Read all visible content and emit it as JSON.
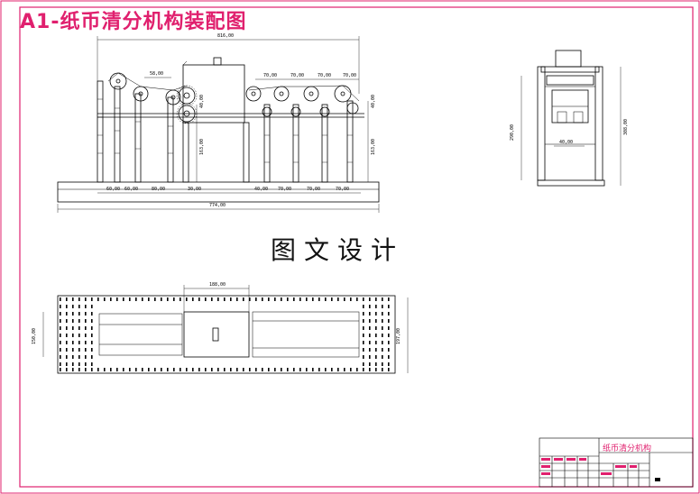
{
  "title": "A1-纸币清分机构装配图",
  "watermark": "图文设计",
  "title_block": {
    "drawing_name": "纸币清分机构"
  },
  "colors": {
    "border": "#e0206e",
    "line": "#000000",
    "dim": "#9090c0",
    "title": "#e0206e"
  },
  "front_view": {
    "overall_width": "816,00",
    "upper_dims": [
      "58,00",
      "70,00",
      "70,00",
      "70,00",
      "70,00"
    ],
    "lower_dims": [
      "60,00",
      "60,00",
      "80,00",
      "30,00",
      "40,00",
      "70,00",
      "70,00",
      "70,00"
    ],
    "base_length": "774,00",
    "height_dims": [
      "163,00",
      "163,00"
    ],
    "small_dims": [
      "40,00",
      "40,00"
    ]
  },
  "side_view": {
    "height_left": "290,00",
    "height_right": "308,00",
    "inner_width": "40,00"
  },
  "top_view": {
    "width_dim": "188,00",
    "height_left": "150,00",
    "height_right": "197,00"
  }
}
